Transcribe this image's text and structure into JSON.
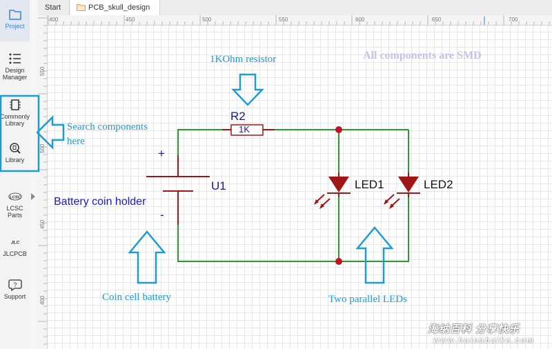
{
  "sidebar": {
    "items": [
      {
        "label": "Project",
        "icon": "folder-icon"
      },
      {
        "label": "Design Manager",
        "icon": "list-icon"
      },
      {
        "label": "Commonly Library",
        "icon": "chip-icon"
      },
      {
        "label": "Library",
        "icon": "search-icon"
      },
      {
        "label": "LCSC Parts",
        "icon": "lcsc-icon"
      },
      {
        "label": "JLCPCB",
        "icon": "jlc-icon"
      },
      {
        "label": "Support",
        "icon": "help-icon"
      }
    ]
  },
  "tabs": [
    {
      "label": "Start"
    },
    {
      "label": "PCB_skull_design"
    }
  ],
  "ruler": {
    "top": [
      "400",
      "450",
      "500",
      "550",
      "600",
      "650",
      "700"
    ],
    "left": [
      "550",
      "500",
      "450",
      "400"
    ]
  },
  "schematic": {
    "resistor_ref": "R2",
    "resistor_value": "1K",
    "battery_ref": "U1",
    "battery_plus": "+",
    "battery_minus": "-",
    "led1_ref": "LED1",
    "led2_ref": "LED2",
    "battery_label": "Battery coin holder"
  },
  "annotations": {
    "resistor": "1KOhm resistor",
    "smd_note": "All components are SMD",
    "search_line1": "Search components",
    "search_line2": "here",
    "coin_cell": "Coin cell battery",
    "leds": "Two parallel LEDs"
  },
  "watermark": {
    "text": "海纳百科 分享快乐",
    "url": "www.hainabaike.com"
  },
  "colors": {
    "wire": "#2a9a2a",
    "component": "#a01515",
    "annotation": "#1e9ad6",
    "active_sidebar": "#3a7fd5"
  }
}
